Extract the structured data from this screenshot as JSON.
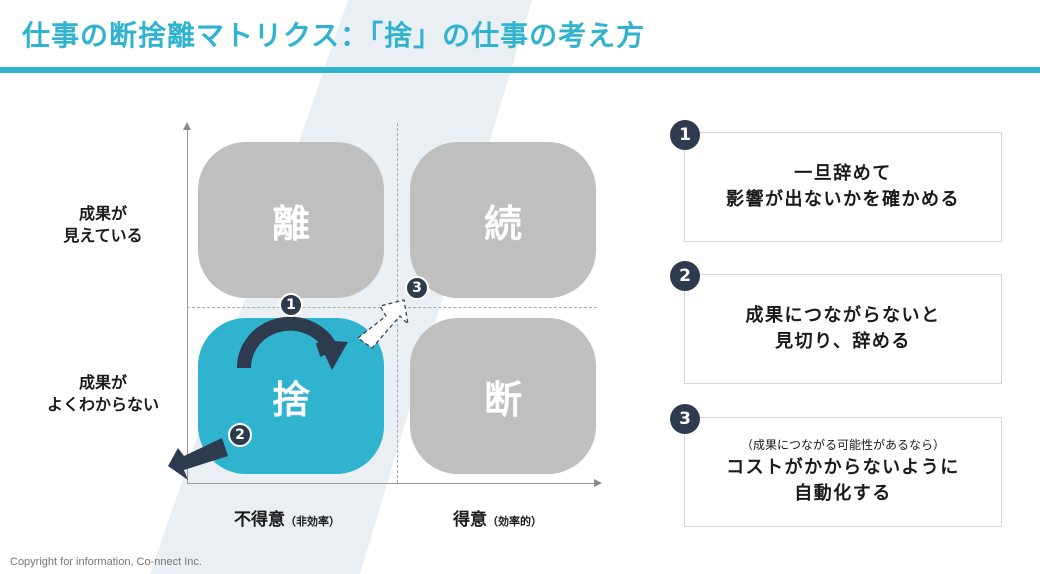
{
  "header": {
    "title": "仕事の断捨離マトリクス：「捨」の仕事の考え方"
  },
  "colors": {
    "accent": "#2fb3cf",
    "quadrant_gray": "#bfbfbf",
    "badge_navy": "#2e3a4e",
    "band": "#e8eef1"
  },
  "matrix": {
    "y_axis": {
      "high_label_lines": [
        "成果が",
        "見えている"
      ],
      "low_label_lines": [
        "成果が",
        "よくわからない"
      ]
    },
    "x_axis": {
      "left": {
        "label": "不得意",
        "note": "（非効率）"
      },
      "right": {
        "label": "得意",
        "note": "（効率的）"
      }
    },
    "quadrants": {
      "top_left": "離",
      "top_right": "続",
      "bottom_left": "捨",
      "bottom_right": "断"
    },
    "markers": [
      "1",
      "2",
      "3"
    ],
    "arrows": {
      "1": "curved-arrow-up-to-離",
      "2": "arrow-out-discard",
      "3": "dashed-arrow-to-続"
    }
  },
  "cards": [
    {
      "number": "1",
      "note": "",
      "lines": [
        "一旦辞めて",
        "影響が出ないかを確かめる"
      ]
    },
    {
      "number": "2",
      "note": "",
      "lines": [
        "成果につながらないと",
        "見切り、辞める"
      ]
    },
    {
      "number": "3",
      "note": "（成果につながる可能性があるなら）",
      "lines": [
        "コストがかからないように",
        "自動化する"
      ]
    }
  ],
  "footer": {
    "copyright": "Copyright for information, Co-nnect Inc."
  }
}
